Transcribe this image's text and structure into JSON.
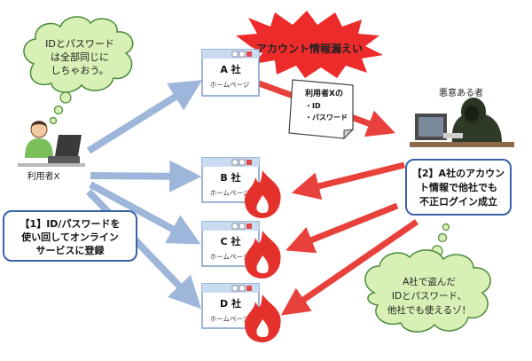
{
  "thought_bubble_user": {
    "line1": "IDとパスワード",
    "line2": "は全部同じに",
    "line3": "しちゃおう。"
  },
  "leak_burst": {
    "label": "アカウント情報漏えい"
  },
  "memo": {
    "title": "利用者Xの",
    "item1": "・ID",
    "item2": "・パスワード"
  },
  "user": {
    "label": "利用者X"
  },
  "attacker": {
    "label": "悪意ある者"
  },
  "step1": {
    "line1": "【1】ID/パスワードを",
    "line2": "使い回してオンライン",
    "line3": "サービスに登録"
  },
  "step2": {
    "line1": "【2】A社のアカウン",
    "line2": "ト情報で他社でも",
    "line3": "不正ログイン成立"
  },
  "thought_bubble_attacker": {
    "line1": "A社で盗んだ",
    "line2": "IDとパスワード、",
    "line3": "他社でも使えるゾ！"
  },
  "companies": [
    {
      "name": "A 社",
      "sub": "ホームページ"
    },
    {
      "name": "B 社",
      "sub": "ホームページ"
    },
    {
      "name": "C 社",
      "sub": "ホームページ"
    },
    {
      "name": "D 社",
      "sub": "ホームページ"
    }
  ],
  "colors": {
    "blue_arrow": "#9db6d9",
    "red_arrow": "#e8403a",
    "burst": "#ee2b2b",
    "bubble": "#d8efb5",
    "flame": "#e4312b",
    "step_border": "#3a63a8"
  }
}
